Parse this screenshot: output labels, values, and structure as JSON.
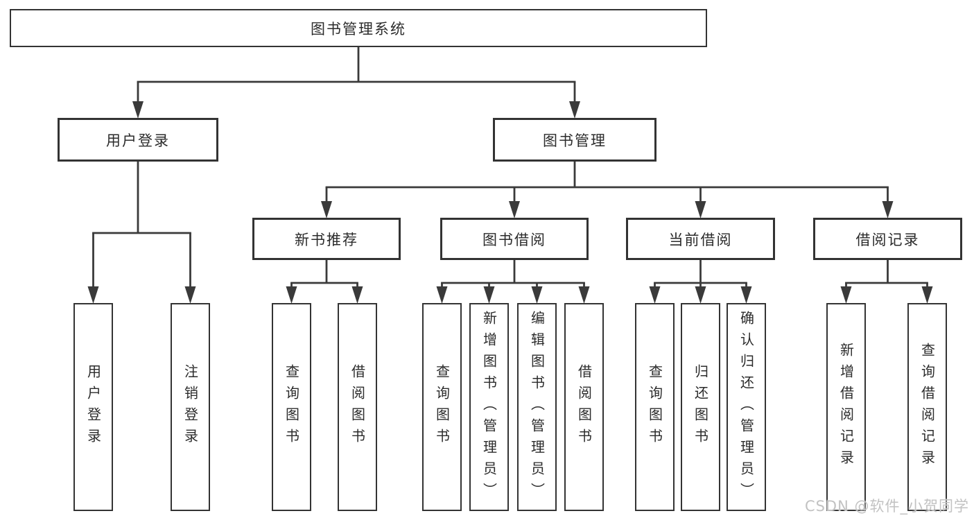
{
  "diagram": {
    "title": "图书管理系统",
    "nodes": {
      "root": {
        "label": "图书管理系统"
      },
      "user_login": {
        "label": "用户登录"
      },
      "book_mgmt": {
        "label": "图书管理"
      },
      "leaf_user_login": {
        "label": "用户登录"
      },
      "leaf_logout": {
        "label": "注销登录"
      },
      "new_book_rec": {
        "label": "新书推荐"
      },
      "book_borrow": {
        "label": "图书借阅"
      },
      "current_borrow": {
        "label": "当前借阅"
      },
      "borrow_record": {
        "label": "借阅记录"
      },
      "nbr_query": {
        "label": "查询图书"
      },
      "nbr_borrow": {
        "label": "借阅图书"
      },
      "bb_query": {
        "label": "查询图书"
      },
      "bb_add": {
        "label": "新增图书（管理员）"
      },
      "bb_edit": {
        "label": "编辑图书（管理员）"
      },
      "bb_borrow": {
        "label": "借阅图书"
      },
      "cb_query": {
        "label": "查询图书"
      },
      "cb_return": {
        "label": "归还图书"
      },
      "cb_confirm": {
        "label": "确认归还（管理员）"
      },
      "br_add": {
        "label": "新增借阅记录"
      },
      "br_query": {
        "label": "查询借阅记录"
      }
    },
    "hierarchy": {
      "root": [
        "user_login",
        "book_mgmt"
      ],
      "user_login": [
        "leaf_user_login",
        "leaf_logout"
      ],
      "book_mgmt": [
        "new_book_rec",
        "book_borrow",
        "current_borrow",
        "borrow_record"
      ],
      "new_book_rec": [
        "nbr_query",
        "nbr_borrow"
      ],
      "book_borrow": [
        "bb_query",
        "bb_add",
        "bb_edit",
        "bb_borrow"
      ],
      "current_borrow": [
        "cb_query",
        "cb_return",
        "cb_confirm"
      ],
      "borrow_record": [
        "br_add",
        "br_query"
      ]
    }
  },
  "watermark": {
    "text": "CSDN @软件_小贺同学",
    "color": "#c2c2c2"
  },
  "colors": {
    "line": "#3a3a3a",
    "border": "#333333",
    "text": "#2b2b2b",
    "background": "#ffffff"
  }
}
